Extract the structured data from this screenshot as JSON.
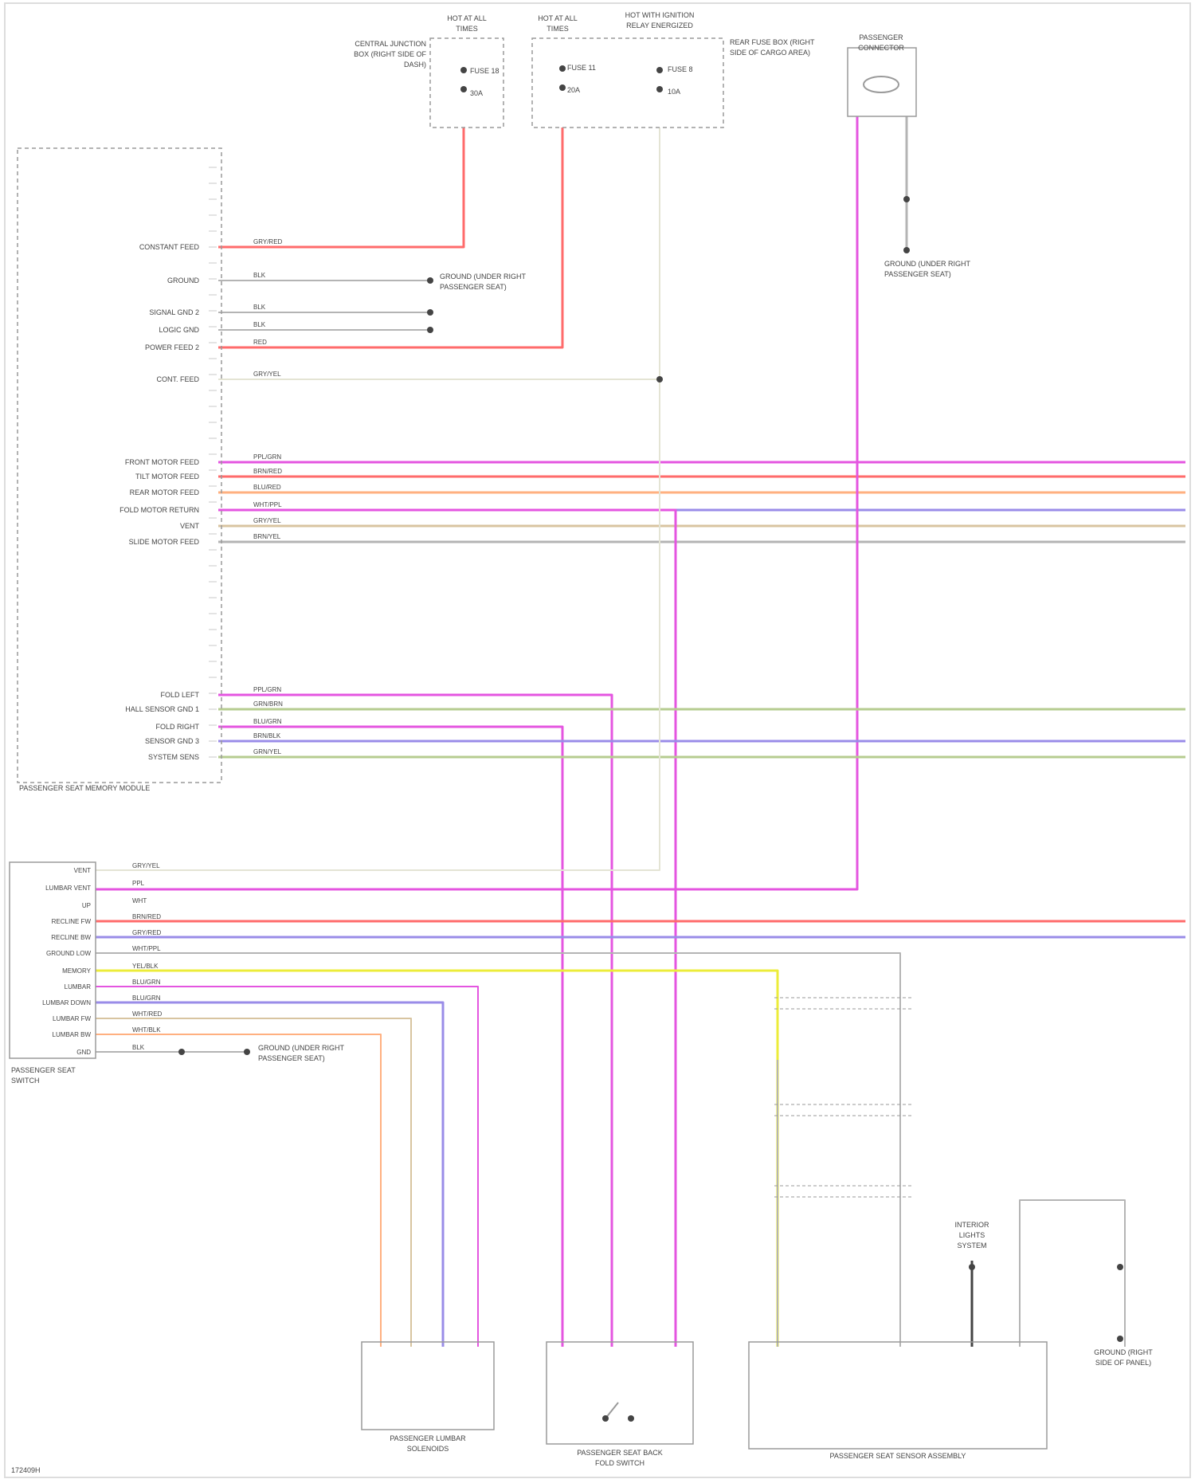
{
  "footer_code": "172409H",
  "colors": {
    "frame": "#dddddd",
    "component": "#9a9a9a",
    "ground_black": "#444444",
    "red": "#ff6b6b",
    "pink": "#e455e0",
    "violet": "#9a8ce8",
    "tan": "#d8c4a0",
    "gray": "#b4b4b4",
    "yellow": "#ecec3a",
    "green": "#b6cc90",
    "orange": "#ffb080",
    "light": "#e4e4d4"
  },
  "top_components": {
    "left_box_label": "CENTRAL JUNCTION BOX (RIGHT SIDE OF DASH)",
    "fuse_a_label": "HOT AT ALL TIMES",
    "fuse_a_name": "FUSE 18",
    "fuse_a_amp": "30A",
    "fuse_b_label": "HOT AT ALL TIMES",
    "fuse_b_name": "FUSE 11",
    "fuse_b_amp": "20A",
    "relay_label": "HOT WITH IGNITION RELAY ENERGIZED",
    "relay_fuse_name": "FUSE 8",
    "relay_fuse_amp": "10A",
    "right_box_label": "REAR FUSE BOX (RIGHT SIDE OF CARGO AREA)",
    "connector_label": "PASSENGER CONNECTOR",
    "ground_label": "GROUND (UNDER RIGHT PASSENGER SEAT)"
  },
  "module": {
    "title": "PASSENGER SEAT MEMORY MODULE",
    "pins": [
      {
        "label": "CONSTANT FEED",
        "wire": "GRY/RED"
      },
      {
        "label": "GROUND",
        "wire": "BLK"
      },
      {
        "label": "SIGNAL GND 2",
        "wire": "BLK"
      },
      {
        "label": "LOGIC GND",
        "wire": "BLK"
      },
      {
        "label": "POWER FEED 2",
        "wire": "RED"
      },
      {
        "label": "CONT. FEED",
        "wire": "GRY/YEL"
      },
      {
        "label": "FRONT MOTOR FEED",
        "wire": "PPL/GRN"
      },
      {
        "label": "TILT MOTOR FEED",
        "wire": "BRN/RED"
      },
      {
        "label": "REAR MOTOR FEED",
        "wire": "BLU/RED"
      },
      {
        "label": "FOLD MOTOR RETURN",
        "wire": "WHT/PPL"
      },
      {
        "label": "VENT",
        "wire": "GRY/YEL"
      },
      {
        "label": "SLIDE MOTOR FEED",
        "wire": "BRN/YEL"
      },
      {
        "label": "FOLD LEFT",
        "wire": "PPL/GRN"
      },
      {
        "label": "HALL SENSOR GND 1",
        "wire": "GRN/BRN"
      },
      {
        "label": "FOLD RIGHT",
        "wire": "BLU/GRN"
      },
      {
        "label": "SENSOR GND 3",
        "wire": "BRN/BLK"
      },
      {
        "label": "SYSTEM SENS",
        "wire": "GRN/YEL"
      }
    ],
    "ground_label": "GROUND (UNDER RIGHT PASSENGER SEAT)"
  },
  "switch": {
    "title": "PASSENGER SEAT SWITCH",
    "pins": [
      {
        "label": "VENT",
        "wire": "GRY/YEL"
      },
      {
        "label": "LUMBAR VENT",
        "wire": "PPL"
      },
      {
        "label": "UP",
        "wire": "WHT"
      },
      {
        "label": "RECLINE FW",
        "wire": "BRN/RED"
      },
      {
        "label": "RECLINE BW",
        "wire": "GRY/RED"
      },
      {
        "label": "GROUND LOW",
        "wire": "WHT/PPL"
      },
      {
        "label": "MEMORY",
        "wire": "YEL/BLK"
      },
      {
        "label": "LUMBAR",
        "wire": "BLU/GRN"
      },
      {
        "label": "LUMBAR DOWN",
        "wire": "BLU/GRN"
      },
      {
        "label": "LUMBAR FW",
        "wire": "WHT/RED"
      },
      {
        "label": "LUMBAR BW",
        "wire": "WHT/BLK"
      },
      {
        "label": "GND",
        "wire": "BLK"
      }
    ],
    "ground_label": "GROUND (UNDER RIGHT PASSENGER SEAT)"
  },
  "bottom_components": {
    "lumbar": "PASSENGER LUMBAR SOLENOIDS",
    "fold_switch": "PASSENGER SEAT BACK FOLD SWITCH",
    "sensor": "PASSENGER SEAT SENSOR ASSEMBLY",
    "ground_a": "INTERIOR LIGHTS SYSTEM",
    "ground_b": "GROUND (RIGHT SIDE OF PANEL)"
  }
}
